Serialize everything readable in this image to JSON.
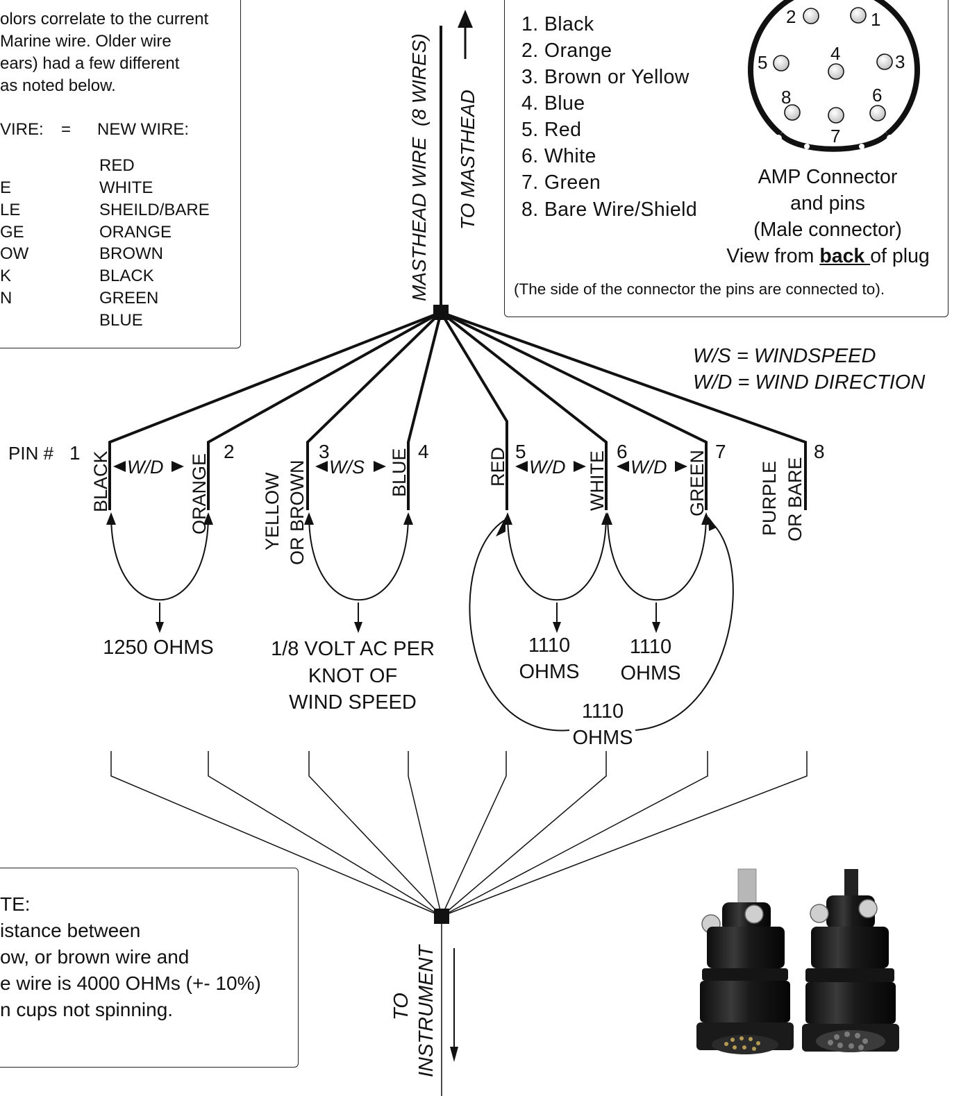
{
  "note_top": {
    "lines": [
      "olors correlate to the current",
      "Marine wire. Older wire",
      "ears) had a few different",
      " as noted below."
    ],
    "header_old": "VIRE:",
    "header_eq": "=",
    "header_new": "NEW WIRE:",
    "old_partial": [
      "",
      "E",
      "LE",
      "GE",
      "OW",
      "K",
      "N",
      ""
    ],
    "new_wires": [
      "RED",
      "WHITE",
      "SHEILD/BARE",
      "ORANGE",
      "BROWN",
      "BLACK",
      "GREEN",
      "BLUE"
    ]
  },
  "note_bottom": {
    "lines": [
      "TE:",
      "istance between",
      "ow, or brown wire and",
      "e wire is 4000 OHMs (+- 10%)",
      "n cups not spinning."
    ]
  },
  "legend": {
    "pins": [
      "1. Black",
      "2. Orange",
      "3. Brown or Yellow",
      "4. Blue",
      "5. Red",
      "6. White",
      "7. Green",
      "8. Bare Wire/Shield"
    ],
    "connector_pin_numbers": [
      "1",
      "2",
      "3",
      "4",
      "5",
      "6",
      "7",
      "8"
    ],
    "amp_lines": [
      "AMP Connector",
      "and pins",
      "(Male connector)"
    ],
    "view_prefix": "View from ",
    "view_bold": "back ",
    "view_suffix": "of plug",
    "side_note": "(The side of the connector the pins are connected to)."
  },
  "masthead": {
    "wire_label": "MASTHEAD WIRE  (8 WIRES)",
    "to_masthead": "TO MASTHEAD"
  },
  "abbrev": {
    "ws": "W/S = WINDSPEED",
    "wd": "W/D = WIND DIRECTION"
  },
  "pin_label": "PIN #",
  "pins": [
    {
      "num": "1",
      "color": "BLACK"
    },
    {
      "num": "2",
      "color": "ORANGE"
    },
    {
      "num": "3",
      "color_lines": [
        "YELLOW",
        "OR BROWN"
      ]
    },
    {
      "num": "4",
      "color": "BLUE"
    },
    {
      "num": "5",
      "color": "RED"
    },
    {
      "num": "6",
      "color": "WHITE"
    },
    {
      "num": "7",
      "color": "GREEN"
    },
    {
      "num": "8",
      "color_lines": [
        "PURPLE",
        "OR BARE"
      ]
    }
  ],
  "pair_labels": {
    "p12": "W/D",
    "p34": "W/S",
    "p56": "W/D",
    "p67": "W/D"
  },
  "measurements": {
    "m12": "1250 OHMS",
    "m34_lines": [
      "1/8 VOLT AC PER",
      "KNOT OF",
      "WIND SPEED"
    ],
    "m56_lines": [
      "1110",
      "OHMS"
    ],
    "m67_lines": [
      "1110",
      "OHMS"
    ],
    "m57_lines": [
      "1110",
      "OHMS"
    ]
  },
  "instrument": {
    "to": "TO",
    "instrument": "INSTRUMENT"
  },
  "photo": {
    "description_icon": "amp-connector-photo"
  }
}
